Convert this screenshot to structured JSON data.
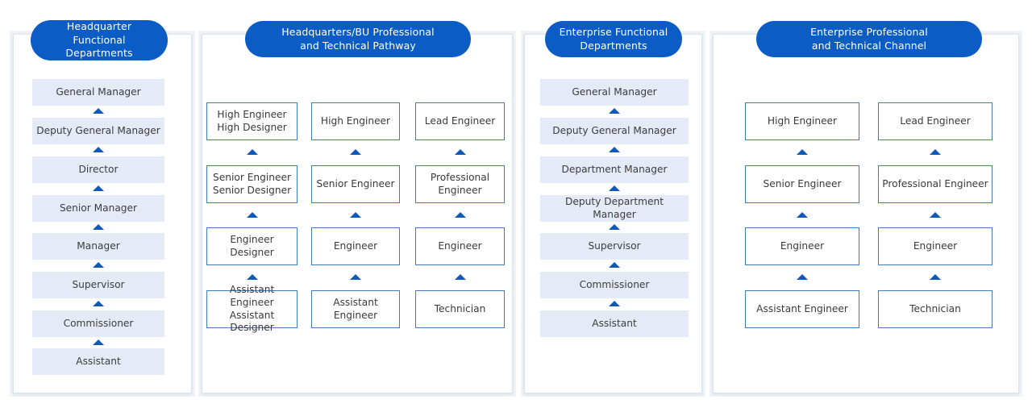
{
  "page": {
    "background": "#ffffff",
    "accent_blue": "#0b5cc4",
    "box_fill": "#e4eaf6",
    "box_border": "#3f7cc4",
    "arrow_color": "#1158b8",
    "panel_border": "#dde3ed"
  },
  "panels": [
    {
      "id": "headquarter-functional-departments",
      "title": "Headquarter\nFunctional\nDepartments",
      "style": "filled",
      "columns": [
        {
          "id": "hq-functional-ladder",
          "levels": [
            "General Manager",
            "Deputy General Manager",
            "Director",
            "Senior Manager",
            "Manager",
            "Supervisor",
            "Commissioner",
            "Assistant"
          ]
        }
      ]
    },
    {
      "id": "headquarters-bu-professional-and-technical-pathway",
      "title": "Headquarters/BU  Professional\nand Technical Pathway",
      "style": "outlined",
      "columns": [
        {
          "id": "hq-bu-engineer-designer-track",
          "levels": [
            "High Engineer\nHigh Designer",
            "Senior Engineer\nSenior Designer",
            "Engineer\nDesigner",
            "Assistant Engineer\nAssistant Designer"
          ]
        },
        {
          "id": "hq-bu-engineer-track",
          "levels": [
            "High Engineer",
            "Senior Engineer",
            "Engineer",
            "Assistant Engineer"
          ]
        },
        {
          "id": "hq-bu-technician-track",
          "levels": [
            "Lead Engineer",
            "Professional\nEngineer",
            "Engineer",
            "Technician"
          ]
        }
      ]
    },
    {
      "id": "enterprise-functional-departments",
      "title": "Enterprise Functional\nDepartments",
      "style": "filled",
      "columns": [
        {
          "id": "enterprise-functional-ladder",
          "levels": [
            "General Manager",
            "Deputy General Manager",
            "Department Manager",
            "Deputy Department Manager",
            "Supervisor",
            "Commissioner",
            "Assistant"
          ]
        }
      ]
    },
    {
      "id": "enterprise-professional-and-technical-channel",
      "title": "Enterprise Professional\nand Technical Channel",
      "style": "outlined",
      "columns": [
        {
          "id": "enterprise-engineer-track",
          "levels": [
            "High Engineer",
            "Senior Engineer",
            "Engineer",
            "Assistant Engineer"
          ]
        },
        {
          "id": "enterprise-technician-track",
          "levels": [
            "Lead Engineer",
            "Professional Engineer",
            "Engineer",
            "Technician"
          ]
        }
      ]
    }
  ]
}
